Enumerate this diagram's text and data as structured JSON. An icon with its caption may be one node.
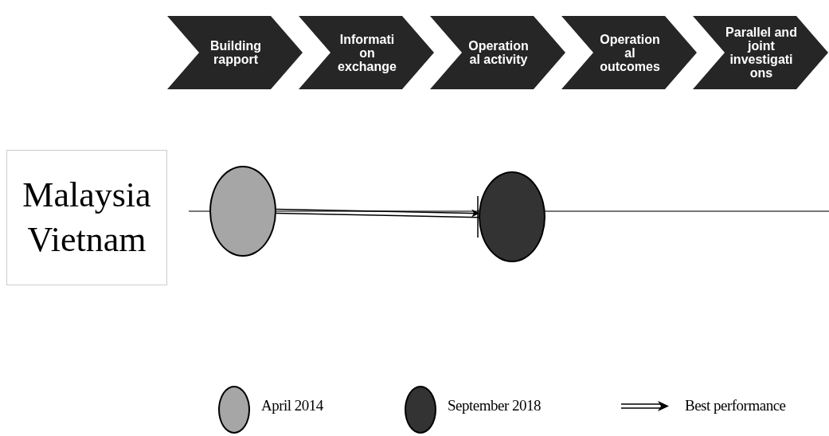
{
  "diagram": {
    "nodes": [
      {
        "text": [
          "Building rapport"
        ]
      },
      {
        "text": [
          "Informati on exchange"
        ]
      },
      {
        "text": [
          "Operation al activity"
        ]
      },
      {
        "text": [
          "Operation al outcomes"
        ]
      },
      {
        "text": [
          "Parallel and joint investigati ons"
        ]
      },
      {
        "text": [
          "Malaysia Vietnam"
        ]
      },
      {
        "text": [],
        "shape": "circle"
      },
      {
        "text": [],
        "shape": "circle"
      }
    ],
    "edges": [
      {
        "from": 6,
        "to": 7,
        "arrow": "to"
      }
    ],
    "legend": [
      {
        "text": "April 2014",
        "color": "#a6a6a6"
      },
      {
        "text": "September 2018",
        "color": "#333333"
      },
      {
        "text": "Best performance"
      }
    ]
  }
}
